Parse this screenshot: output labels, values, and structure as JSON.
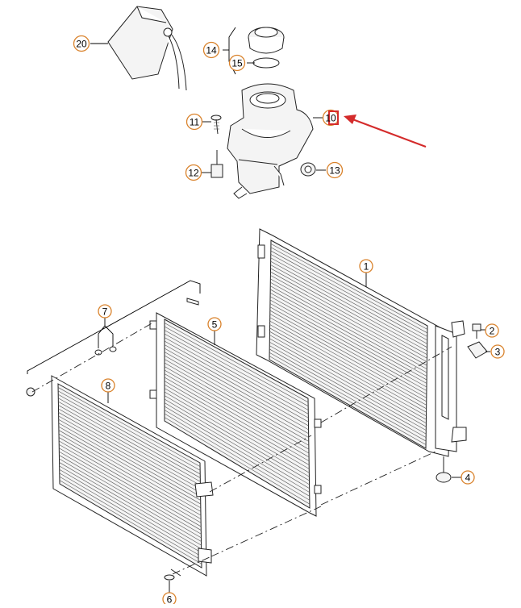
{
  "diagram": {
    "callouts": [
      {
        "id": "1",
        "label": "1"
      },
      {
        "id": "2",
        "label": "2"
      },
      {
        "id": "3",
        "label": "3"
      },
      {
        "id": "4",
        "label": "4"
      },
      {
        "id": "5",
        "label": "5"
      },
      {
        "id": "6",
        "label": "6"
      },
      {
        "id": "7",
        "label": "7"
      },
      {
        "id": "8",
        "label": "8"
      },
      {
        "id": "10",
        "label": "10"
      },
      {
        "id": "11",
        "label": "11"
      },
      {
        "id": "12",
        "label": "12"
      },
      {
        "id": "13",
        "label": "13"
      },
      {
        "id": "14",
        "label": "14"
      },
      {
        "id": "15",
        "label": "15"
      },
      {
        "id": "20",
        "label": "20"
      }
    ],
    "highlight": {
      "target": "10",
      "color": "#d42b2b",
      "arrow_color": "#d42b2b"
    },
    "colors": {
      "callout_ring": "#d9822b",
      "linework": "#222222"
    }
  }
}
